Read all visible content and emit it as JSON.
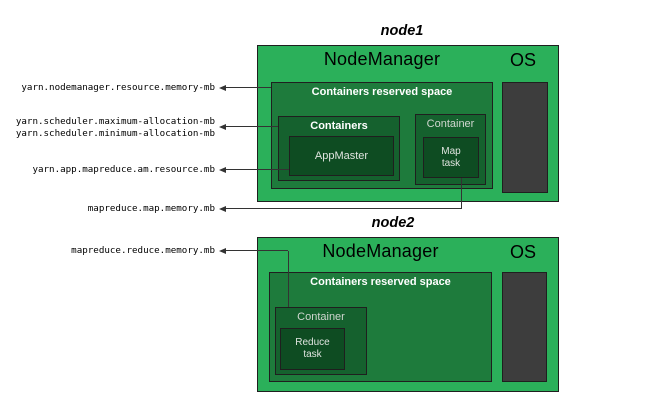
{
  "colors": {
    "page_bg": "#ffffff",
    "node_fill": "#2bb05a",
    "reserved_fill": "#1e7b3c",
    "container_fill": "#15612e",
    "task_fill": "#0e4c22",
    "os_block_fill": "#3d3d3d",
    "outline": "#1f1f1f",
    "arrow": "#333333"
  },
  "node1": {
    "title": "node1",
    "nodemanager_label": "NodeManager",
    "os_label": "OS",
    "reserved_label": "Containers reserved space",
    "containers_label": "Containers",
    "appmaster_label": "AppMaster",
    "container_label": "Container",
    "map_task": {
      "line1": "Map",
      "line2": "task"
    }
  },
  "node2": {
    "title": "node2",
    "nodemanager_label": "NodeManager",
    "os_label": "OS",
    "reserved_label": "Containers reserved space",
    "container_label": "Container",
    "reduce_task": {
      "line1": "Reduce",
      "line2": "task"
    }
  },
  "config_labels": [
    {
      "text": "yarn.nodemanager.resource.memory-mb"
    },
    {
      "text": "yarn.scheduler.maximum-allocation-mb"
    },
    {
      "text": "yarn.scheduler.minimum-allocation-mb"
    },
    {
      "text": "yarn.app.mapreduce.am.resource.mb"
    },
    {
      "text": "mapreduce.map.memory.mb"
    },
    {
      "text": "mapreduce.reduce.memory.mb"
    }
  ]
}
